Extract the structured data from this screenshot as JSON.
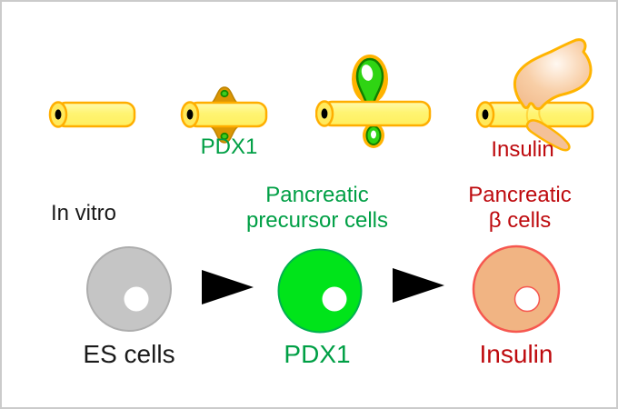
{
  "in_vivo": {
    "stage2_label": "PDX1",
    "stage4_label": "Insulin"
  },
  "in_vitro": {
    "condition_label": "In vitro",
    "precursor_header_line1": "Pancreatic",
    "precursor_header_line2": "precursor cells",
    "beta_header_line1": "Pancreatic",
    "beta_header_line2": "β cells",
    "es_cell_label": "ES cells",
    "precursor_cell_label": "PDX1",
    "beta_cell_label": "Insulin"
  },
  "palette": {
    "tube_stroke": "#FFAE00",
    "tube_cap_fill": "#FFE95C",
    "lumen": "#000000",
    "bump_fill": "#DB9604",
    "bump_stroke": "#BD8300",
    "bump_dot_fill": "#3FCC1F",
    "bump_dot_stroke": "#138A00",
    "bud_ring": "#FFB300",
    "bud_fill": "#2FD413",
    "bud_stroke": "#117F00",
    "pancreas_fill": "#F4C198",
    "pancreas_stroke": "#FFB400",
    "es_cell_fill": "#C5C5C5",
    "es_cell_stroke": "#ADADAD",
    "precursor_cell_fill": "#00E41A",
    "precursor_cell_stroke": "#00B050",
    "beta_cell_fill": "#F1B483",
    "beta_cell_stroke": "#F6574F",
    "nucleolus": "#FFFFFF",
    "arrow": "#000000",
    "text_green": "#009F45",
    "text_red": "#BE0A0E",
    "text_black": "#1A1A1A",
    "frame_border": "#CBCBCB",
    "background": "#FFFFFF"
  }
}
